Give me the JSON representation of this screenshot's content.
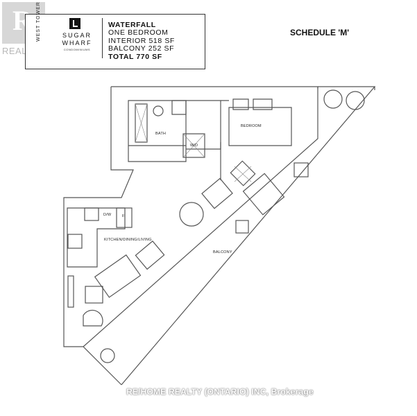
{
  "watermark_logo": {
    "text": "REALTOR"
  },
  "info": {
    "tower": "WEST TOWER",
    "brand_line1": "SUGAR",
    "brand_line2": "WHARF",
    "brand_small": "CONDOMINIUMS",
    "suite_name": "WATERFALL",
    "type": "ONE BEDROOM",
    "interior": "INTERIOR 518 SF",
    "balcony": "BALCONY 252 SF",
    "total": "TOTAL 770 SF"
  },
  "schedule": "SCHEDULE 'M'",
  "rooms": {
    "bath": "BATH",
    "bedroom": "BEDROOM",
    "laundry": "W/D",
    "kitchen": "KITCHEN/DINING/LIVING",
    "balcony": "BALCONY",
    "dishwasher": "D/W",
    "fridge": "F"
  },
  "footer_watermark": "RE/HOME REALTY (ONTARIO) INC, Brokerage"
}
